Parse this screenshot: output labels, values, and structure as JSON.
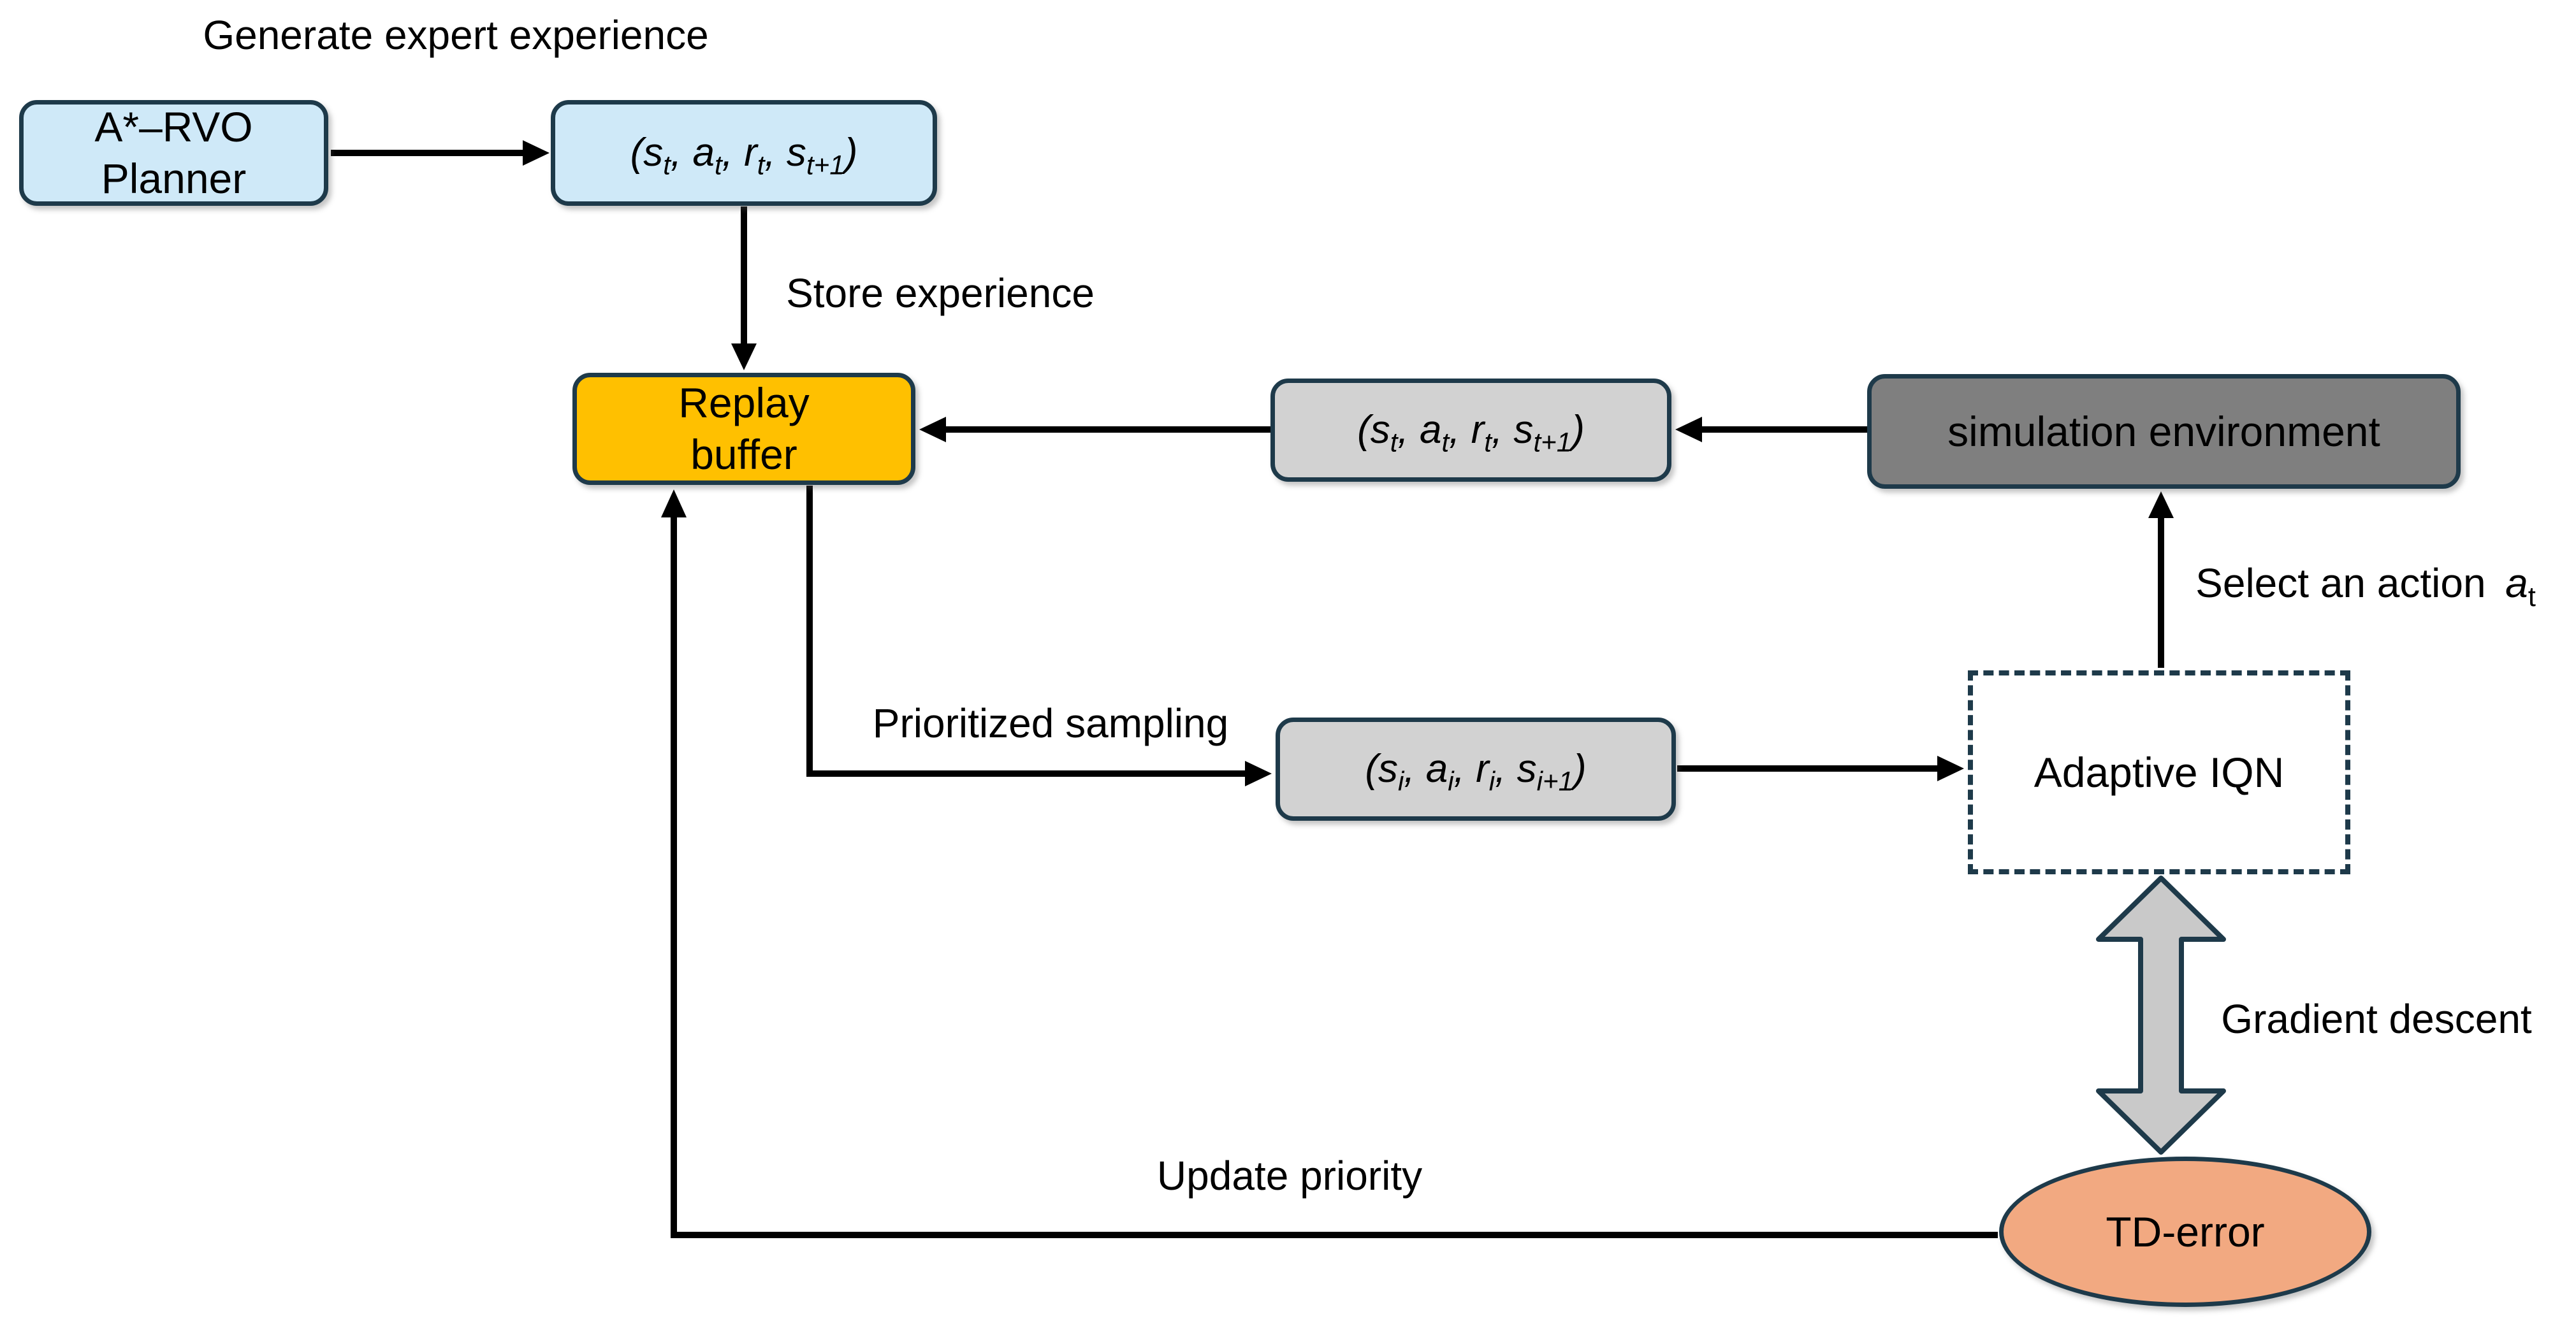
{
  "colors": {
    "light_blue": "#cfe9f8",
    "orange": "#ffc000",
    "light_gray": "#d2d2d2",
    "dark_gray": "#7f7f7f",
    "salmon": "#f2a981",
    "border_dark": "#1e3a4a",
    "arrow_black": "#000000",
    "block_arrow_fill": "#c9c9c9"
  },
  "labels": {
    "generate": "Generate expert experience",
    "store": "Store experience",
    "prioritized": "Prioritized sampling",
    "update": "Update priority",
    "gradient": "Gradient descent",
    "select_prefix": "Select an action",
    "select_var": "a",
    "select_sub": "t"
  },
  "nodes": {
    "planner": {
      "line1": "A*–RVO",
      "line2": "Planner"
    },
    "replay": {
      "line1": "Replay",
      "line2": "buffer"
    },
    "simulation": {
      "label": "simulation environment"
    },
    "adaptive_iqn": {
      "label": "Adaptive IQN"
    },
    "td_error": {
      "label": "TD-error"
    }
  },
  "tuples": {
    "t": {
      "p1": "(s",
      "s1": "t",
      "p2": ", a",
      "s2": "t",
      "p3": ", r",
      "s3": "t",
      "p4": ", s",
      "s4": "t+1",
      "p5": ")"
    },
    "i": {
      "p1": "(s",
      "s1": "i",
      "p2": ", a",
      "s2": "i",
      "p3": ", r",
      "s3": "i",
      "p4": ", s",
      "s4": "i+1",
      "p5": ")"
    }
  }
}
